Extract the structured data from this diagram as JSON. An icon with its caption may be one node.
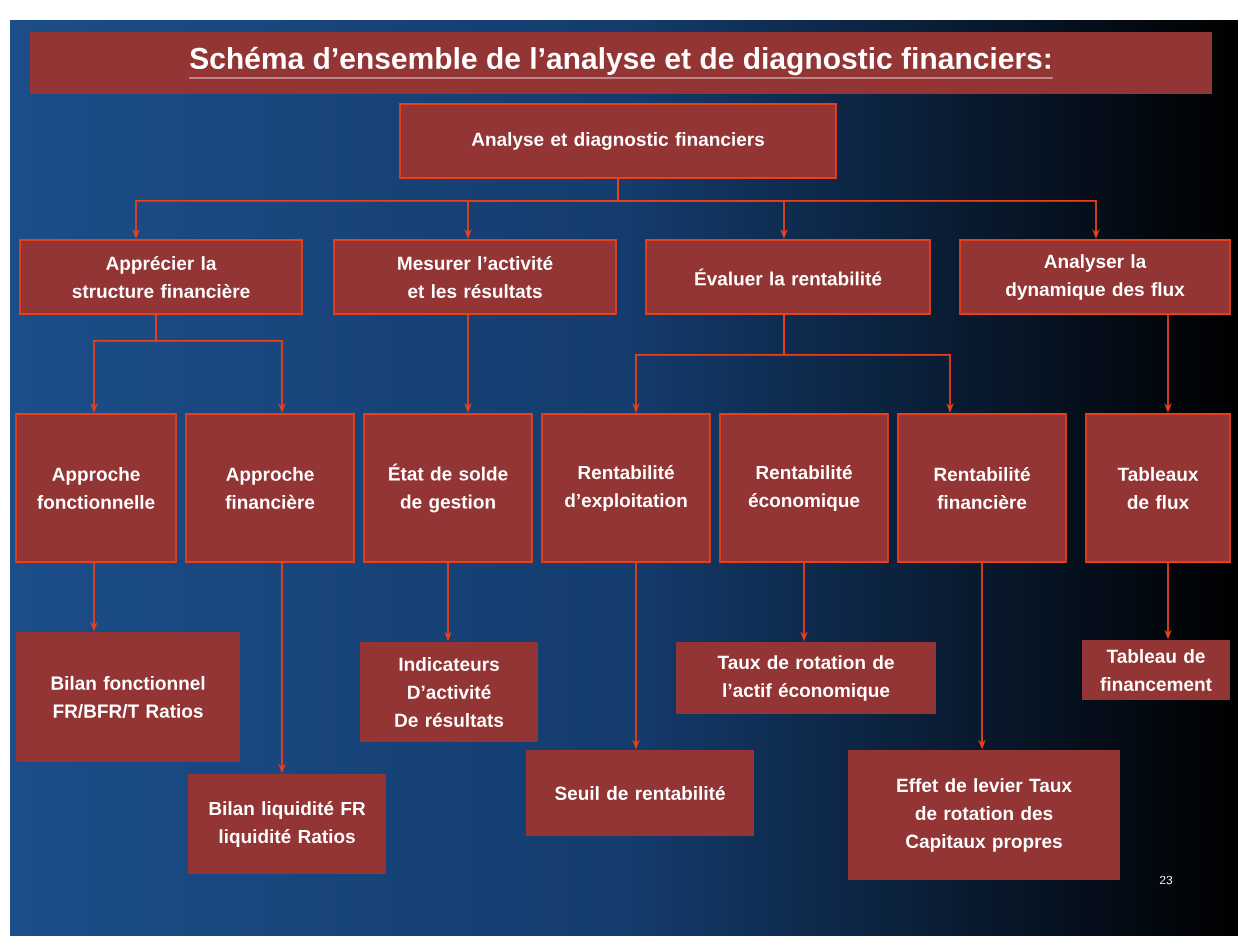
{
  "diagram": {
    "title": "Schéma d’ensemble de l’analyse et de diagnostic financiers:",
    "nodes": [
      {
        "text": [
          "Analyse et diagnostic financiers"
        ]
      },
      {
        "text": [
          "Apprécier la structure financière"
        ]
      },
      {
        "text": [
          "Mesurer l’activité et les résultats"
        ]
      },
      {
        "text": [
          "Évaluer la rentabilité"
        ]
      },
      {
        "text": [
          "Analyser la dynamique des flux"
        ]
      },
      {
        "text": [
          "Approche fonctionnelle"
        ]
      },
      {
        "text": [
          "Approche financière"
        ]
      },
      {
        "text": [
          "État de solde de gestion"
        ]
      },
      {
        "text": [
          "Rentabilité d’exploitation"
        ]
      },
      {
        "text": [
          "Rentabilité économique"
        ]
      },
      {
        "text": [
          "Rentabilité financière"
        ]
      },
      {
        "text": [
          "Tableaux de flux"
        ]
      },
      {
        "text": [
          "Bilan fonctionnel FR/BFR/T Ratios"
        ]
      },
      {
        "text": [
          "Bilan liquidité FR liquidité Ratios"
        ]
      },
      {
        "text": [
          "Indicateurs D’activité De résultats"
        ]
      },
      {
        "text": [
          "Seuil de rentabilité"
        ]
      },
      {
        "text": [
          "Taux de rotation de l’actif économique"
        ]
      },
      {
        "text": [
          "Effet de levier Taux de rotation des Capitaux propres"
        ]
      },
      {
        "text": [
          "Tableau de financement"
        ]
      }
    ],
    "edges": [
      {
        "from": 0,
        "to": 1,
        "arrow": "to"
      },
      {
        "from": 0,
        "to": 2,
        "arrow": "to"
      },
      {
        "from": 0,
        "to": 3,
        "arrow": "to"
      },
      {
        "from": 0,
        "to": 4,
        "arrow": "to"
      },
      {
        "from": 1,
        "to": 5,
        "arrow": "to"
      },
      {
        "from": 1,
        "to": 6,
        "arrow": "to"
      },
      {
        "from": 2,
        "to": 7,
        "arrow": "to"
      },
      {
        "from": 3,
        "to": 8,
        "arrow": "to"
      },
      {
        "from": 3,
        "to": 10,
        "arrow": "to"
      },
      {
        "from": 4,
        "to": 11,
        "arrow": "to"
      },
      {
        "from": 5,
        "to": 12,
        "arrow": "to"
      },
      {
        "from": 6,
        "to": 13,
        "arrow": "to"
      },
      {
        "from": 7,
        "to": 14,
        "arrow": "to"
      },
      {
        "from": 8,
        "to": 15,
        "arrow": "to"
      },
      {
        "from": 9,
        "to": 16,
        "arrow": "to"
      },
      {
        "from": 10,
        "to": 17,
        "arrow": "to"
      },
      {
        "from": 11,
        "to": 18,
        "arrow": "to"
      }
    ],
    "labels": [
      "23"
    ]
  }
}
